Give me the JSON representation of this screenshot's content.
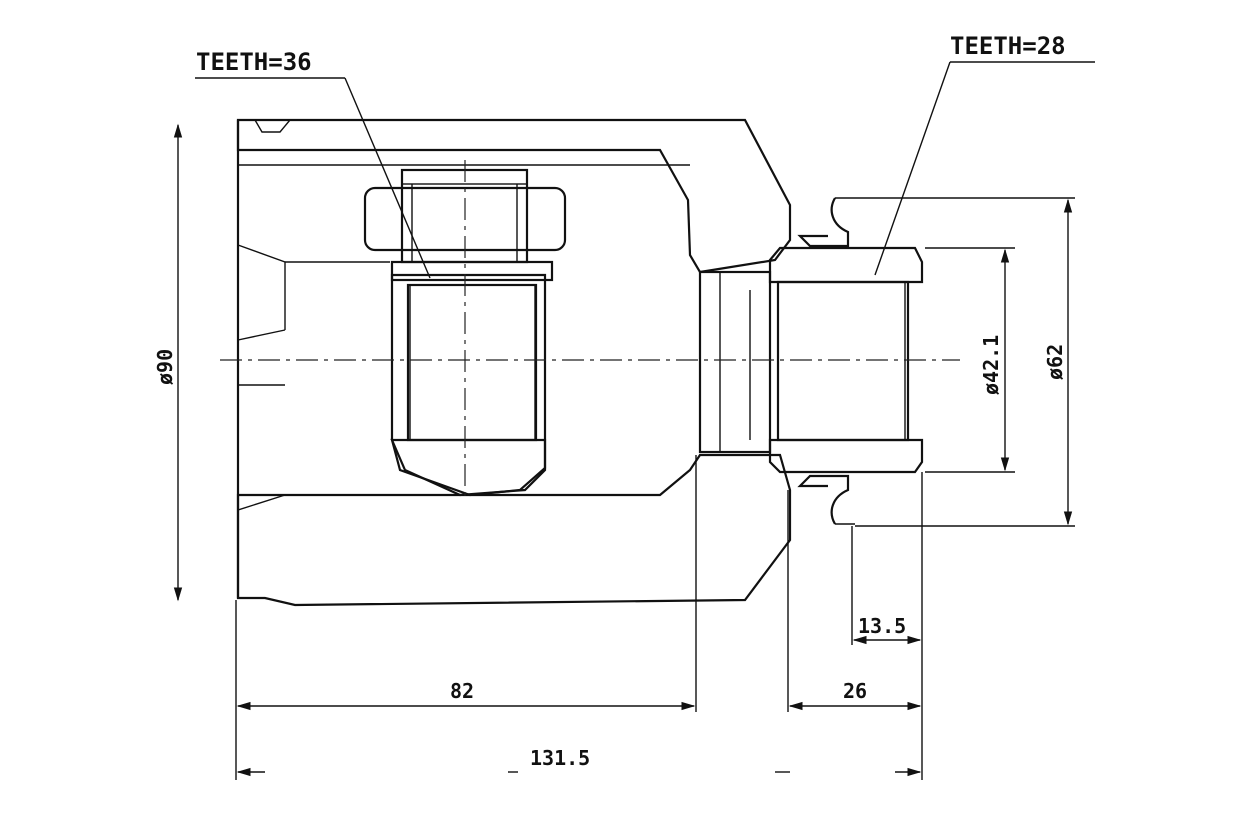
{
  "annotations": {
    "teeth_left": "TEETH=36",
    "teeth_right": "TEETH=28"
  },
  "dimensions": {
    "outer_diameter": "ø90",
    "inner_diameter": "ø42.1",
    "seal_diameter": "ø62",
    "length_bore": "82",
    "length_stub": "26",
    "length_thread": "13.5",
    "length_total": "131.5"
  },
  "colors": {
    "line": "#111111",
    "background": "#ffffff"
  }
}
